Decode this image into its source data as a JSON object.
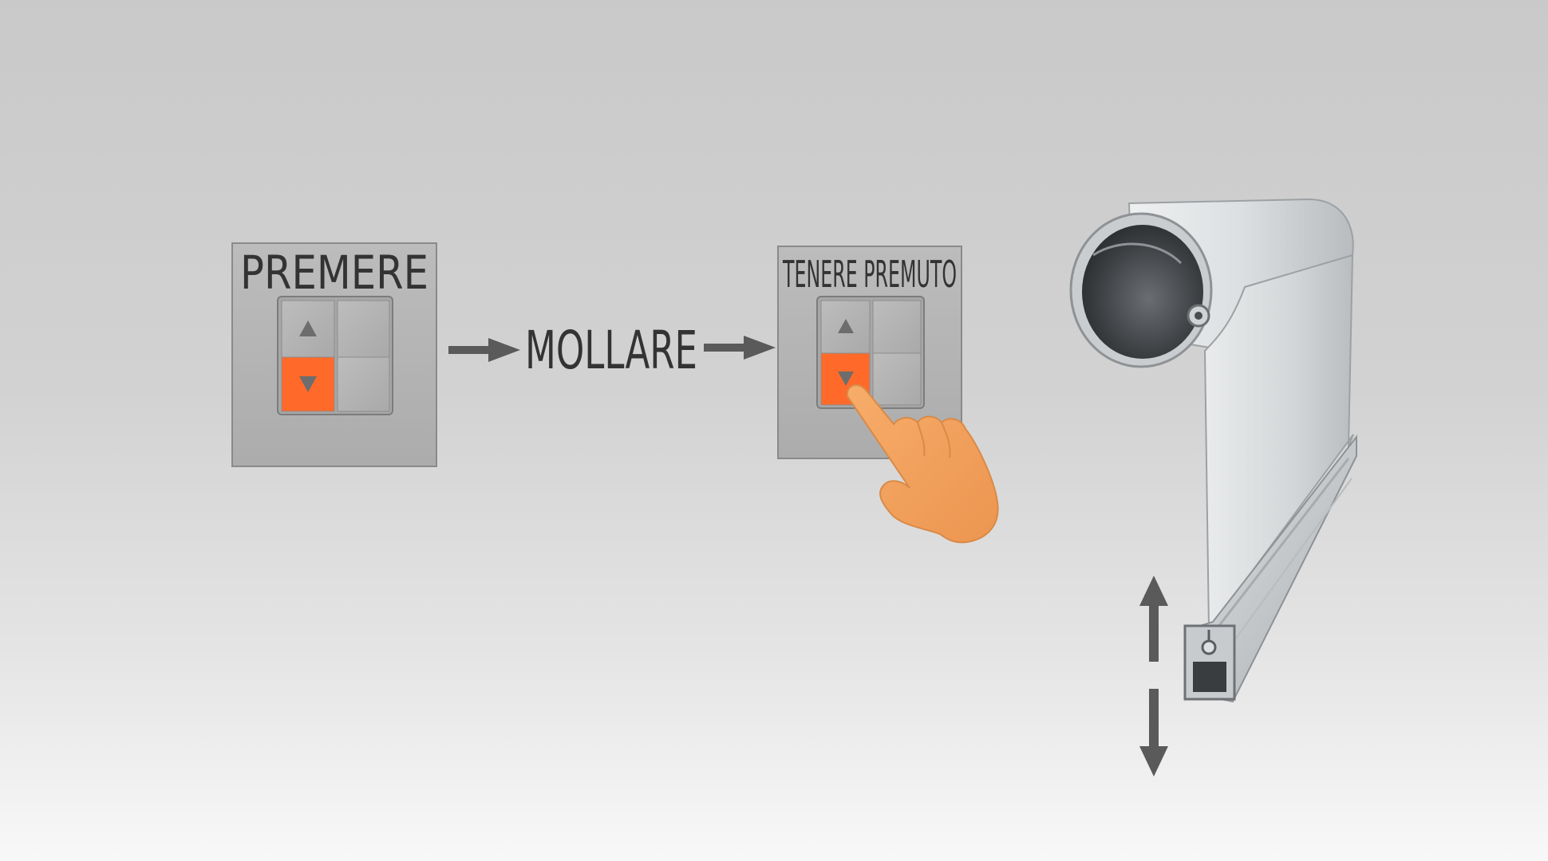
{
  "steps": {
    "press_label": "PREMERE",
    "release_label": "MOLLARE",
    "hold_label": "TENERE PREMUTO"
  },
  "switch": {
    "highlight_button": "down",
    "highlight_color": "#ff6a2a"
  },
  "icons": {
    "step_arrow": "arrow-right-icon",
    "hand": "pointing-hand-icon",
    "motion": "up-down-arrow-icon"
  },
  "colors": {
    "background": "#d0d0d0",
    "text": "#333333",
    "arrows": "#5a5a5a",
    "switch_plate": "#b3b3b3",
    "hand": "#f3a25e",
    "profile": "#d6dadd"
  }
}
